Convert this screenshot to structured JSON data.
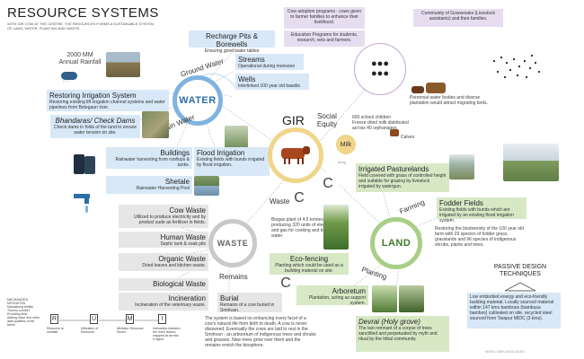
{
  "title": "RESOURCE SYSTEMS",
  "subtitle": "WITH GIR COW AT THE CENTRE, THE RESOURCES FORMS A SUSTAINABLE SYSTEM OF LAND, WATER, PLANTING AND WASTE.",
  "hubs": {
    "water": "WATER",
    "gir": "GIR",
    "waste": "WASTE",
    "land": "LAND"
  },
  "connectors": {
    "ground_water": "Ground Water",
    "rain_water": "Rain Water",
    "social_equity": "Social Equity",
    "milk": "Milk",
    "waste": "Waste",
    "remains": "Remains",
    "farming": "Farming",
    "planting": "Planting",
    "c1": "C",
    "c2": "C",
    "dung": "dung",
    "calves": "Calves"
  },
  "water": {
    "rainfall": "2000 MM\nAnnual Rainfall",
    "recharge_title": "Recharge Pits & Borewells",
    "recharge_desc": "Ensuring good water tables",
    "streams_title": "Streams",
    "streams_desc": "Operational during monsoon",
    "wells_title": "Wells",
    "wells_desc": "Interlinked 100 year old bawdis",
    "irrigation_title": "Restoring Irrigation System",
    "irrigation_desc": "Restoring existing lift irrigation channel systems and water pipelines from Betegaon river.",
    "checkdams_title": "Bhandaras/ Check Dams",
    "checkdams_desc": "Check dams in folds of the land to ensure water tension on site.",
    "buildings_title": "Buildings",
    "buildings_desc": "Rainwater harvesting from rooftops & tanks.",
    "shetale_title": "Shetale",
    "shetale_desc": "Rainwater Harvesting Pool",
    "flood_title": "Flood Irrigation",
    "flood_desc": "Existing fields with bunds irrigated by flood irrigation."
  },
  "gir": {
    "adoption": "Cow adoption programs - cows given to farmer families to enhance their livelihood.",
    "education": "Education Programs for students, research, vets and farmers.",
    "community": "Community of Gowsevaks (Livestock assistants) and their families.",
    "water_bodies": "Perennial water bodies and diverse plantation would attract migrating birds.",
    "milk_note": "600 school children\nFreeze dried milk distributed across 40 orphanages",
    "biogas": "Biogas plant of 4.5 tonnes producing 320 units of electricity and gas for cooking and boiling hot water."
  },
  "waste": {
    "cow_title": "Cow Waste",
    "cow_desc": "Utilized to produce electricity and by product sude as fertilizer in fields.",
    "human_title": "Human Waste",
    "human_desc": "Septic tank & soak pits",
    "organic_title": "Organic Waste",
    "organic_desc": "Dried leaves and kitchen waste.",
    "bio_title": "Biological Waste",
    "incineration_title": "Incineration",
    "incineration_desc": "Incineration of the veterinary waste.",
    "burial_title": "Burial",
    "burial_desc": "Remains of a cow buried in Smritvan."
  },
  "land": {
    "pasture_title": "Irrigated Pasturelands",
    "pasture_desc": "Field covered with grass of controlled height and suitable for grazing by livestock irrigated by watergun.",
    "fodder_title": "Fodder Fields",
    "fodder_desc": "Existing fields with bunds which are irrigated by an existing flood irrigation system.",
    "biodiversity": "Restoring the biodiversity of the 100 year old farm with 29 species of fodder grass, grasslands and 96 species of indigenous shrubs, plants and trees.",
    "fencing_title": "Eco-fencing",
    "fencing_desc": "Planting which could be used as a building material on site.",
    "arboretum_title": "Arboretum",
    "arboretum_desc": "Plantation, acting as support system.",
    "devrai_title": "Devrai (Holy grove)",
    "devrai_desc": "The last remnant of a corpse of trees sanctified and perpetuated by myth and ritual by the tribal community.",
    "passive_title": "PASSIVE DESIGN\nTECHNIQUES",
    "passive_desc": "Low embodied energy and eco-friendly building material. Locally sourced material within 147 kms bamboos (bambusa bambos) cultivated on site. recycled steel sourced from Tarapur MIDC (3 kms)."
  },
  "system_note": "The system is based on enhancing every facet of a cow's natural life from birth to death. A cow is never disowned. Eventually the cows are laid to rest in the Smritvan - an arboretum of indigenous trees and shrubs and grasses. New trees grow over them and the remains enrich the biosphere.",
  "legend": {
    "heading": "MECHANIZED\nMITIGATION\nMaintaining fertility\nThermo comfort\nProviding feed\nAdding value and other\ndata qualities of the\nfarms",
    "r": "R",
    "r_desc": "Resource to mediate",
    "u": "U",
    "u_desc": "Utilization of Resource",
    "m": "M",
    "m_desc": "Mediator Resource Sector",
    "i": "I",
    "i_desc": "Interaction between the three factors, mapped as arrows in figure"
  },
  "footer": "NEHAL SINH ASSOCIATES",
  "colors": {
    "water": "#7fb3e0",
    "gir": "#f0d58a",
    "waste": "#c9c9c9",
    "land": "#a7cf86",
    "social": "#c4a3d6"
  }
}
